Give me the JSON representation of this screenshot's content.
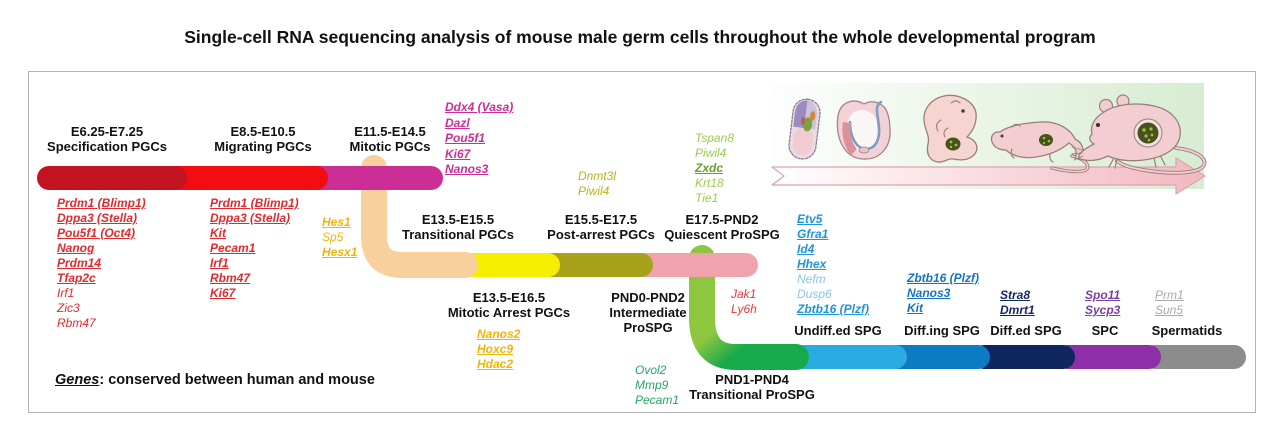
{
  "title": "Single-cell RNA sequencing analysis of mouse male germ cells throughout the whole developmental program",
  "legend": {
    "word": "Genes",
    "rest": ": conserved between human and mouse"
  },
  "stages": {
    "specification": {
      "range": "E6.25-E7.25",
      "name": "Specification PGCs"
    },
    "migrating": {
      "range": "E8.5-E10.5",
      "name": "Migrating PGCs"
    },
    "mitotic": {
      "range": "E11.5-E14.5",
      "name": "Mitotic PGCs"
    },
    "transitional_pgcs": {
      "range": "E13.5-E15.5",
      "name": "Transitional PGCs"
    },
    "post_arrest": {
      "range": "E15.5-E17.5",
      "name": "Post-arrest PGCs"
    },
    "quiescent": {
      "range": "E17.5-PND2",
      "name": "Quiescent ProSPG"
    },
    "mitotic_arrest": {
      "range": "E13.5-E16.5",
      "name": "Mitotic Arrest PGCs"
    },
    "intermediate": {
      "range": "PND0-PND2",
      "name_line1": "Intermediate",
      "name_line2": "ProSPG"
    },
    "transitional_prospg": {
      "range": "PND1-PND4",
      "name": "Transitional ProSPG"
    },
    "undiff_spg": {
      "name": "Undiff.ed SPG"
    },
    "diffing_spg": {
      "name": "Diff.ing SPG"
    },
    "diffed_spg": {
      "name": "Diff.ed SPG"
    },
    "spc": {
      "name": "SPC"
    },
    "spermatids": {
      "name": "Spermatids"
    }
  },
  "genes": {
    "specification": {
      "items": [
        {
          "t": "Prdm1 (Blimp1)",
          "cls": "em"
        },
        {
          "t": "Dppa3 (Stella)",
          "cls": "em"
        },
        {
          "t": "Pou5f1 (Oct4)",
          "cls": "em"
        },
        {
          "t": "Nanog",
          "cls": "em"
        },
        {
          "t": "Prdm14",
          "cls": "em"
        },
        {
          "t": "Tfap2c",
          "cls": "em"
        },
        {
          "t": "Irf1",
          "cls": ""
        },
        {
          "t": "Zic3",
          "cls": ""
        },
        {
          "t": "Rbm47",
          "cls": ""
        }
      ]
    },
    "migrating": {
      "items": [
        {
          "t": "Prdm1 (Blimp1)",
          "cls": "em"
        },
        {
          "t": "Dppa3 (Stella)",
          "cls": "em"
        },
        {
          "t": "Kit",
          "cls": "em"
        },
        {
          "t": "Pecam1",
          "cls": "em"
        },
        {
          "t": "Irf1",
          "cls": "em"
        },
        {
          "t": "Rbm47",
          "cls": "em"
        },
        {
          "t": "Ki67",
          "cls": "em"
        }
      ]
    },
    "mitotic_transition": {
      "items": [
        {
          "t": "Hes1",
          "cls": "em"
        },
        {
          "t": "Sp5",
          "cls": ""
        },
        {
          "t": "Hesx1",
          "cls": "em"
        }
      ]
    },
    "mitotic": {
      "items": [
        {
          "t": "Ddx4 (Vasa)",
          "cls": "em"
        },
        {
          "t": "Dazl",
          "cls": "em"
        },
        {
          "t": "Pou5f1",
          "cls": "em"
        },
        {
          "t": "Ki67",
          "cls": "em"
        },
        {
          "t": "Nanos3",
          "cls": "em"
        }
      ]
    },
    "post_arrest": {
      "items": [
        {
          "t": "Dnmt3l",
          "cls": ""
        },
        {
          "t": "Piwil4",
          "cls": ""
        }
      ]
    },
    "quiescent": {
      "items": [
        {
          "t": "Tspan8",
          "cls": ""
        },
        {
          "t": "Piwil4",
          "cls": ""
        },
        {
          "t": "Zxdc",
          "cls": "dark"
        },
        {
          "t": "Krt18",
          "cls": ""
        },
        {
          "t": "Tie1",
          "cls": ""
        }
      ]
    },
    "mitotic_arrest": {
      "items": [
        {
          "t": "Nanos2",
          "cls": "em"
        },
        {
          "t": "Hoxc9",
          "cls": "em"
        },
        {
          "t": "Hdac2",
          "cls": "em"
        }
      ]
    },
    "transitional_prospg": {
      "items": [
        {
          "t": "Ovol2",
          "cls": ""
        },
        {
          "t": "Mmp9",
          "cls": ""
        },
        {
          "t": "Pecam1",
          "cls": ""
        }
      ]
    },
    "quiescent_side": {
      "items": [
        {
          "t": "Jak1",
          "cls": ""
        },
        {
          "t": "Ly6h",
          "cls": ""
        }
      ]
    },
    "undiff_spg": {
      "items": [
        {
          "t": "Etv5",
          "cls": "em"
        },
        {
          "t": "Gfra1",
          "cls": "em"
        },
        {
          "t": "Id4",
          "cls": "em"
        },
        {
          "t": "Hhex",
          "cls": "em"
        },
        {
          "t": "Nefm",
          "cls": "light"
        },
        {
          "t": "Dusp6",
          "cls": "light"
        },
        {
          "t": "Zbtb16 (Plzf)",
          "cls": "em"
        }
      ]
    },
    "diffing_spg": {
      "items": [
        {
          "t": "Zbtb16 (Plzf)",
          "cls": "em"
        },
        {
          "t": "Nanos3",
          "cls": "em"
        },
        {
          "t": "Kit",
          "cls": "em"
        }
      ]
    },
    "diffed_spg": {
      "items": [
        {
          "t": "Stra8",
          "cls": "em"
        },
        {
          "t": "Dmrt1",
          "cls": "em"
        }
      ]
    },
    "spc": {
      "items": [
        {
          "t": "Spo11",
          "cls": "em"
        },
        {
          "t": "Sycp3",
          "cls": "em"
        }
      ]
    },
    "spermatids": {
      "items": [
        {
          "t": "Prm1",
          "cls": "u"
        },
        {
          "t": "Sun5",
          "cls": "u"
        }
      ]
    }
  },
  "timeline_icons": [
    {
      "name": "egg-cylinder-embryo"
    },
    {
      "name": "gastrula-embryo"
    },
    {
      "name": "fetal-mouse"
    },
    {
      "name": "newborn-pup"
    },
    {
      "name": "adult-mouse"
    }
  ],
  "colors": {
    "ribbon_dark_red": "#c11420",
    "ribbon_red": "#f20d11",
    "ribbon_magenta": "#cb2f96",
    "ribbon_peach": "#f8d09d",
    "ribbon_yellow": "#f4ee00",
    "ribbon_olive": "#a7a21a",
    "ribbon_pink": "#f0a3ad",
    "ribbon_light_green": "#8dc63f",
    "ribbon_dark_green": "#17a94b",
    "ribbon_cyan": "#29abe2",
    "ribbon_blue": "#0d7ac4",
    "ribbon_navy": "#10265f",
    "ribbon_purple": "#8c2fa8",
    "ribbon_gray": "#8c8c8c",
    "text_red": "#e02a2e",
    "text_gold": "#f0b50c",
    "text_magenta": "#cb2f96",
    "text_olive": "#b9b226",
    "text_light_green": "#9acb52",
    "text_green_dark": "#68a12d",
    "text_green": "#27a564",
    "text_jak_red": "#e23a3f",
    "text_blue": "#1e95d8",
    "text_blue_light": "#8cc3e8",
    "text_blue2": "#1673c4",
    "text_navy": "#10265f",
    "text_purple": "#7b3fa0",
    "text_gray": "#a9a9a9",
    "arrow_pink": "#f3b7c1",
    "panel_green": "#d7ecd2",
    "box_border": "#b5b5b5"
  }
}
